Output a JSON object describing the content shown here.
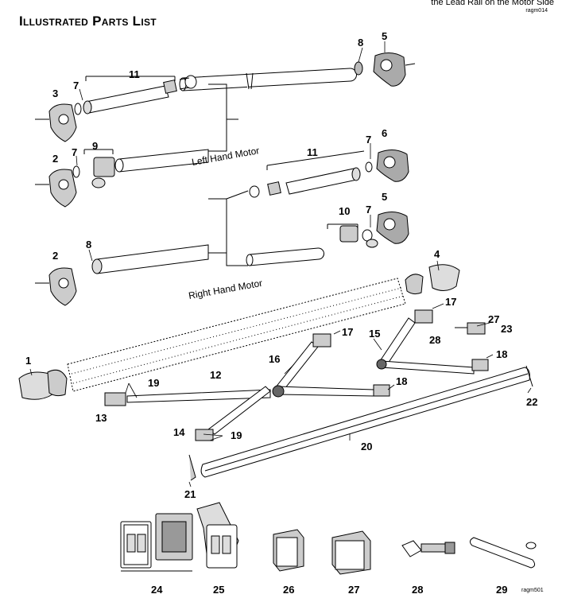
{
  "header": {
    "top_caption": "the Lead Rail on the Motor Side",
    "top_code": "ragm014",
    "title": "Illustrated Parts List"
  },
  "labels": {
    "left_hand_motor": "Left Hand Motor",
    "right_hand_motor": "Right Hand Motor",
    "figure_code": "ragm501"
  },
  "callouts": {
    "c1": "1",
    "c2a": "2",
    "c2b": "2",
    "c3": "3",
    "c4": "4",
    "c5a": "5",
    "c5b": "5",
    "c6": "6",
    "c7a": "7",
    "c7b": "7",
    "c7c": "7",
    "c7d": "7",
    "c8a": "8",
    "c8b": "8",
    "c9": "9",
    "c10": "10",
    "c11a": "11",
    "c11b": "11",
    "c12": "12",
    "c13": "13",
    "c14": "14",
    "c15": "15",
    "c16": "16",
    "c17a": "17",
    "c17b": "17",
    "c18a": "18",
    "c18b": "18",
    "c19a": "19",
    "c19b": "19",
    "c20": "20",
    "c21": "21",
    "c22": "22",
    "c23": "23",
    "c24": "24",
    "c25": "25",
    "c26": "26",
    "c27a": "27",
    "c27b": "27",
    "c28a": "28",
    "c28b": "28",
    "c29": "29"
  }
}
